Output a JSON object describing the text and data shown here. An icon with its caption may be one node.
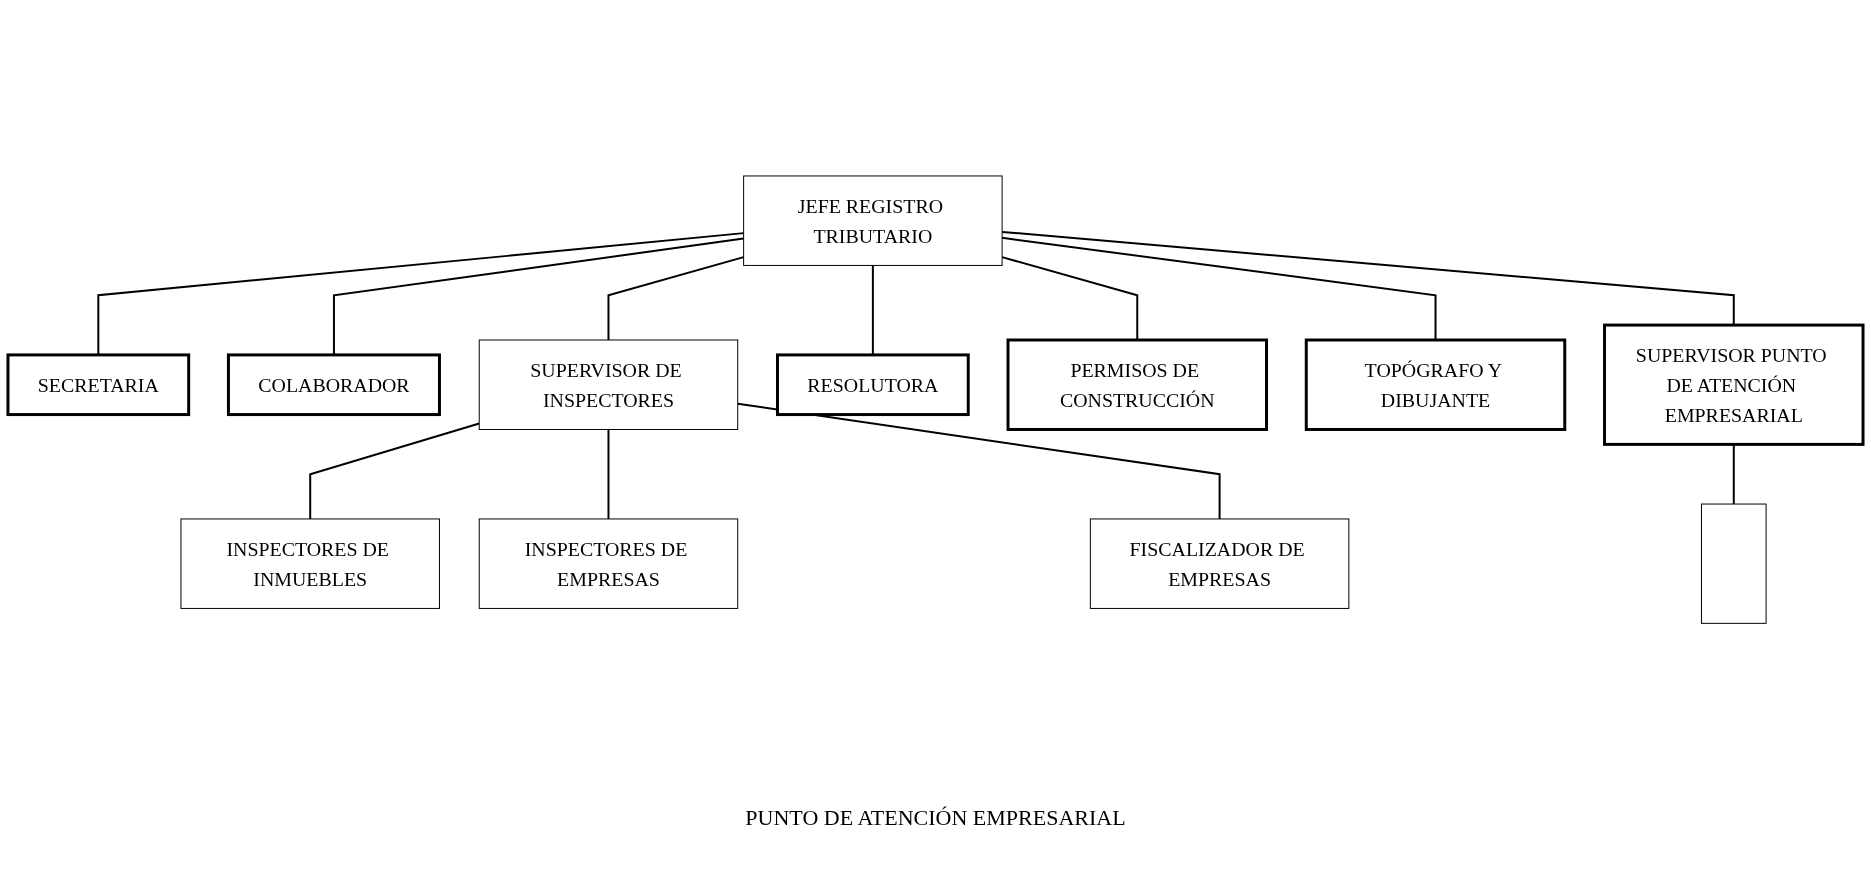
{
  "diagram": {
    "nodes": [
      {
        "text": [
          "JEFE REGISTRO TRIBUTARIO"
        ]
      },
      {
        "text": [
          "SECRETARIA"
        ]
      },
      {
        "text": [
          "COLABORADOR"
        ]
      },
      {
        "text": [
          "SUPERVISOR DE INSPECTORES"
        ]
      },
      {
        "text": [
          "RESOLUTORA"
        ]
      },
      {
        "text": [
          "PERMISOS DE CONSTRUCCIÓN"
        ]
      },
      {
        "text": [
          "TOPÓGRAFO Y DIBUJANTE"
        ]
      },
      {
        "text": [
          "SUPERVISOR PUNTO DE ATENCIÓN EMPRESARIAL"
        ]
      },
      {
        "text": [
          "INSPECTORES DE INMUEBLES"
        ]
      },
      {
        "text": [
          "INSPECTORES DE EMPRESAS"
        ]
      },
      {
        "text": [
          "FISCALIZADOR DE EMPRESAS"
        ]
      },
      {
        "text": [],
        "shape": "box"
      }
    ],
    "edges": [
      {
        "from": 0,
        "to": 1,
        "arrow": "none"
      },
      {
        "from": 0,
        "to": 2,
        "arrow": "none"
      },
      {
        "from": 0,
        "to": 3,
        "arrow": "none"
      },
      {
        "from": 0,
        "to": 4,
        "arrow": "none"
      },
      {
        "from": 0,
        "to": 5,
        "arrow": "none"
      },
      {
        "from": 0,
        "to": 6,
        "arrow": "none"
      },
      {
        "from": 0,
        "to": 7,
        "arrow": "none"
      },
      {
        "from": 3,
        "to": 8,
        "arrow": "none"
      },
      {
        "from": 3,
        "to": 9,
        "arrow": "none"
      },
      {
        "from": 3,
        "to": 10,
        "arrow": "none"
      },
      {
        "from": 7,
        "to": 11,
        "arrow": "none"
      }
    ],
    "labels": [
      "PUNTO DE ATENCIÓN EMPRESARIAL"
    ]
  }
}
